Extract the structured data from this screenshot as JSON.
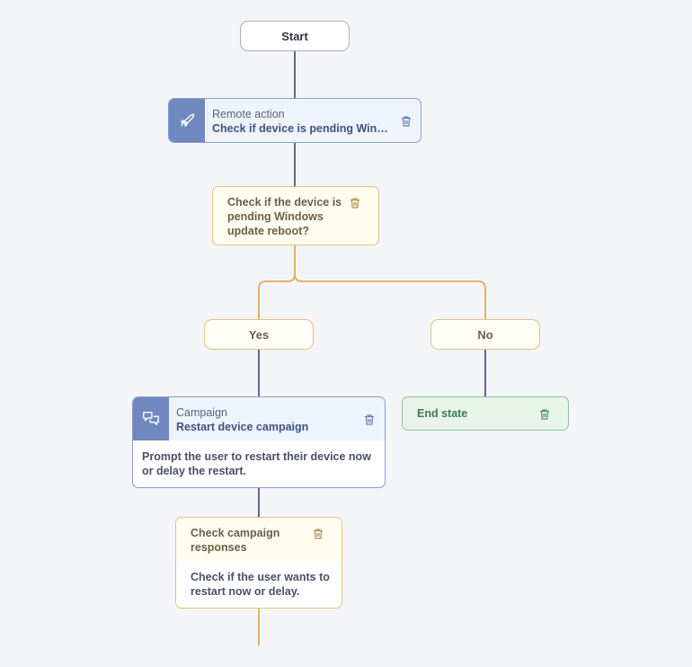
{
  "start": {
    "label": "Start"
  },
  "remote_action": {
    "kind": "Remote action",
    "title": "Check if device is pending Windows update reboot",
    "icon": "rocket-icon"
  },
  "decision": {
    "text": "Check if the device is pending Windows update reboot?"
  },
  "branches": {
    "yes": "Yes",
    "no": "No"
  },
  "campaign": {
    "kind": "Campaign",
    "title": "Restart device campaign",
    "description": "Prompt the user to restart their device now or delay the restart.",
    "icon": "chat-bubbles-icon"
  },
  "end_state": {
    "label": "End state"
  },
  "campaign_responses": {
    "title": "Check campaign responses",
    "description": "Check if the user wants to restart now or delay."
  },
  "colors": {
    "background": "#f4f5f9",
    "connector_blue": "#5c6a8f",
    "connector_yellow": "#dcb467",
    "icon_bg": "#6f89c0",
    "action_border": "#8e9dc9",
    "decision_border": "#e2c382",
    "end_border": "#88c29d"
  }
}
